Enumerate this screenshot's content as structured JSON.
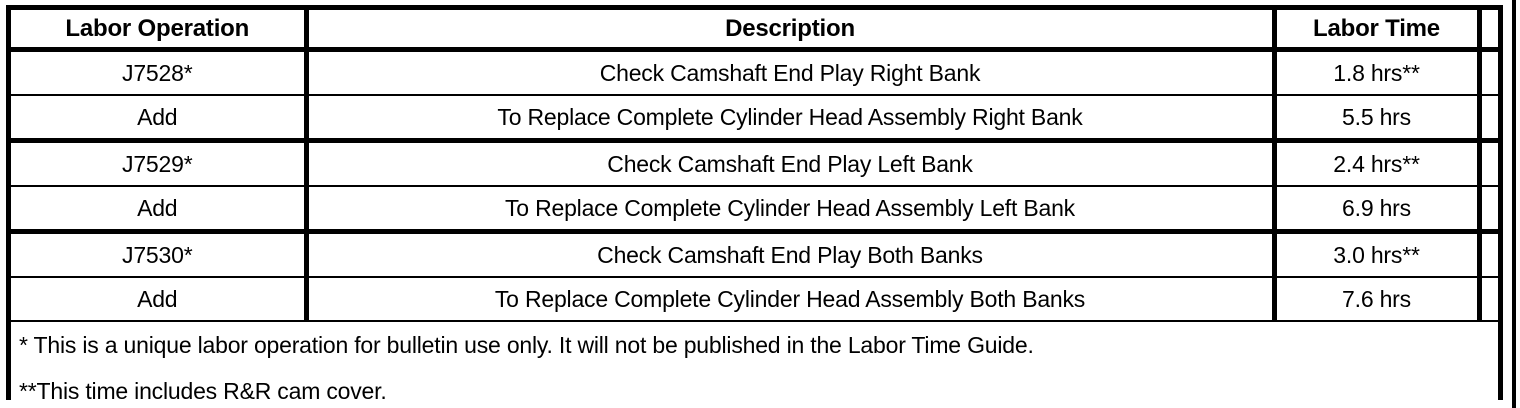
{
  "table": {
    "columns": [
      {
        "key": "operation",
        "label": "Labor Operation"
      },
      {
        "key": "description",
        "label": "Description"
      },
      {
        "key": "time",
        "label": "Labor Time"
      },
      {
        "key": "spacer",
        "label": ""
      }
    ],
    "rows": [
      {
        "operation": "J7528*",
        "description": "Check Camshaft End Play Right Bank",
        "time": "1.8 hrs**"
      },
      {
        "operation": "Add",
        "description": "To Replace Complete Cylinder Head Assembly Right Bank",
        "time": "5.5 hrs"
      },
      {
        "operation": "J7529*",
        "description": "Check Camshaft End Play Left Bank",
        "time": "2.4 hrs**"
      },
      {
        "operation": "Add",
        "description": "To Replace Complete Cylinder Head Assembly Left Bank",
        "time": "6.9 hrs"
      },
      {
        "operation": "J7530*",
        "description": "Check Camshaft End Play Both Banks",
        "time": "3.0 hrs**"
      },
      {
        "operation": "Add",
        "description": "To Replace Complete Cylinder Head Assembly Both Banks",
        "time": "7.6 hrs"
      }
    ],
    "footnotes": [
      "* This is a unique labor operation for bulletin use only. It will not be published in the Labor Time Guide.",
      "**This time includes R&R cam cover."
    ]
  },
  "style": {
    "border_color": "#000000",
    "background_color": "#ffffff",
    "text_color": "#000000"
  }
}
